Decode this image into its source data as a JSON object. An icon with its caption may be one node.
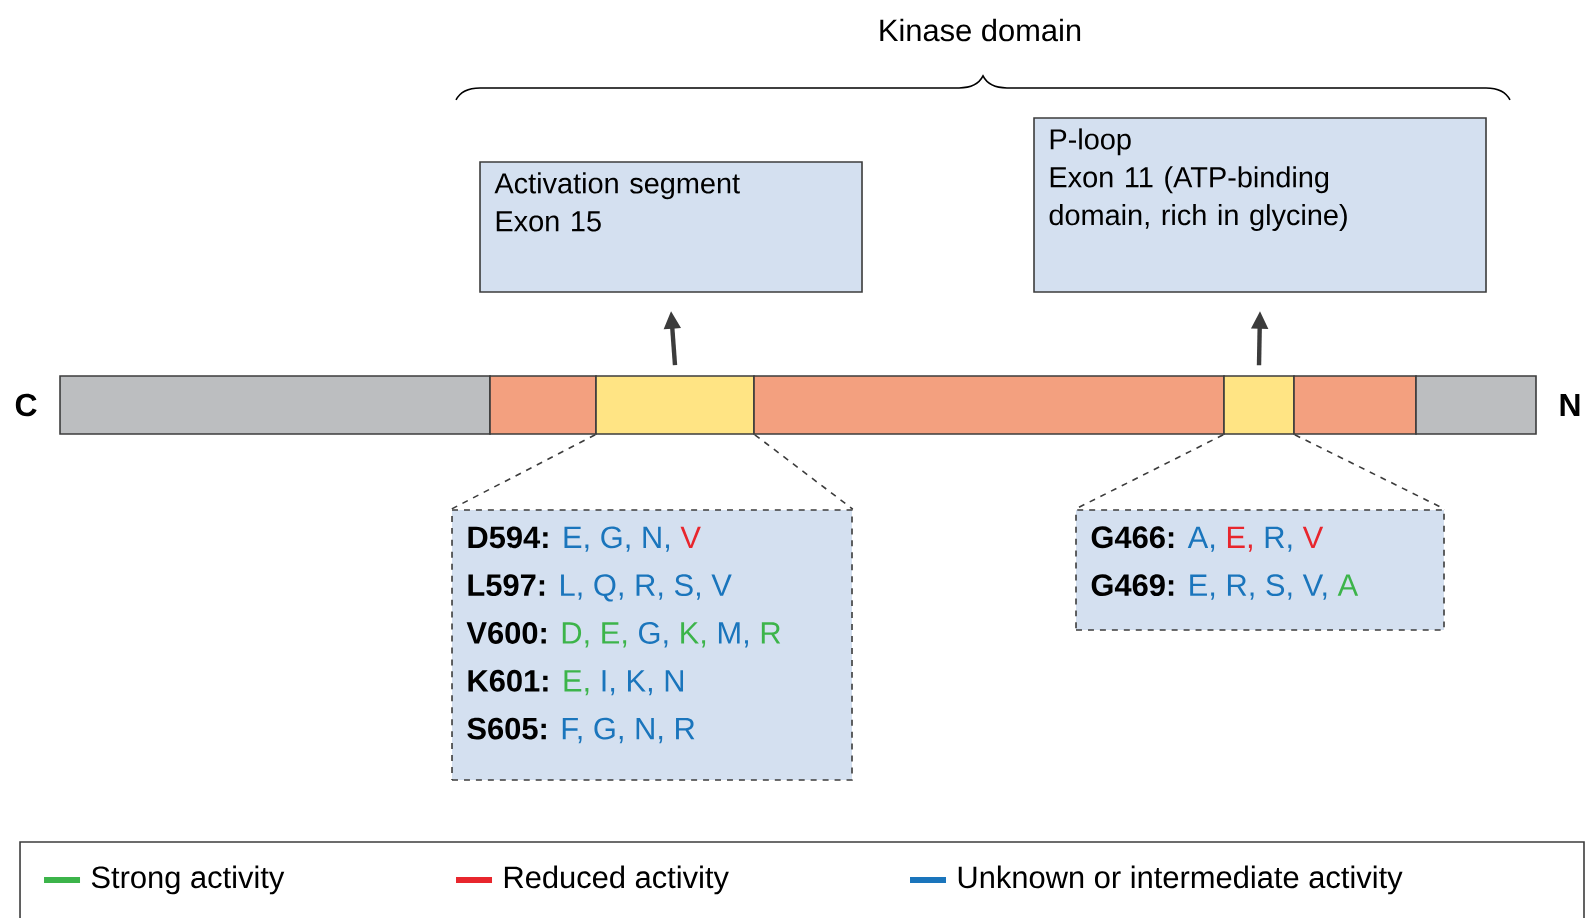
{
  "diagram": {
    "nodes": [
      {
        "text": [
          "Activation segment",
          "Exon 15"
        ]
      },
      {
        "text": [
          "P-loop",
          "Exon 11 (ATP-binding domain, rich in glycine)"
        ]
      },
      {
        "text": [],
        "shape": "bar",
        "beside": [
          "C"
        ]
      },
      {
        "text": [],
        "shape": "bar"
      },
      {
        "text": [],
        "shape": "bar"
      },
      {
        "text": [],
        "shape": "bar"
      },
      {
        "text": [],
        "shape": "bar"
      },
      {
        "text": [],
        "shape": "bar"
      },
      {
        "text": [],
        "shape": "bar",
        "beside": [
          "N"
        ]
      },
      {
        "text": [
          "D594:",
          "E,",
          "G,",
          "N,",
          "V",
          "L597:",
          "L,",
          "Q,",
          "R,",
          "S,",
          "V",
          "V600:",
          "D,",
          "E,",
          "G,",
          "K,",
          "M,",
          "R",
          "K601:",
          "E,",
          "I,",
          "K,",
          "N",
          "S605:",
          "F,",
          "G,",
          "N,",
          "R"
        ]
      },
      {
        "text": [
          "G466:",
          "A,",
          "E,",
          "R,",
          "V",
          "G469:",
          "E,",
          "R,",
          "S,",
          "V,",
          "A"
        ]
      }
    ],
    "edges": [
      {
        "from": 4,
        "to": 0,
        "arrow": "to"
      },
      {
        "from": 6,
        "to": 1,
        "arrow": "to"
      },
      {
        "from": 4,
        "to": 9,
        "arrow": "none",
        "style": "dashed"
      },
      {
        "from": 4,
        "to": 9,
        "arrow": "none",
        "style": "dashed"
      },
      {
        "from": 6,
        "to": 10,
        "arrow": "none",
        "style": "dashed"
      },
      {
        "from": 6,
        "to": 10,
        "arrow": "none",
        "style": "dashed"
      }
    ],
    "labels": [
      "Kinase domain"
    ],
    "legend": [
      {
        "text": "Strong activity",
        "color": "#3cb44a"
      },
      {
        "text": "Reduced activity",
        "color": "#e8262d"
      },
      {
        "text": "Unknown or intermediate activity",
        "color": "#1a75bc"
      }
    ]
  }
}
